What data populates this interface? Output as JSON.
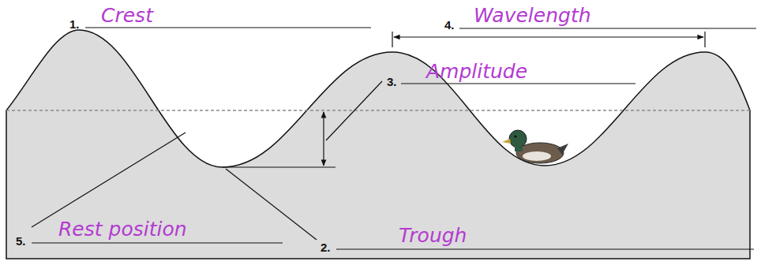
{
  "diagram": {
    "labels": [
      "1.",
      "Crest",
      "2.",
      "Trough",
      "3.",
      "Amplitude",
      "4.",
      "Wavelength",
      "5.",
      "Rest position"
    ]
  }
}
